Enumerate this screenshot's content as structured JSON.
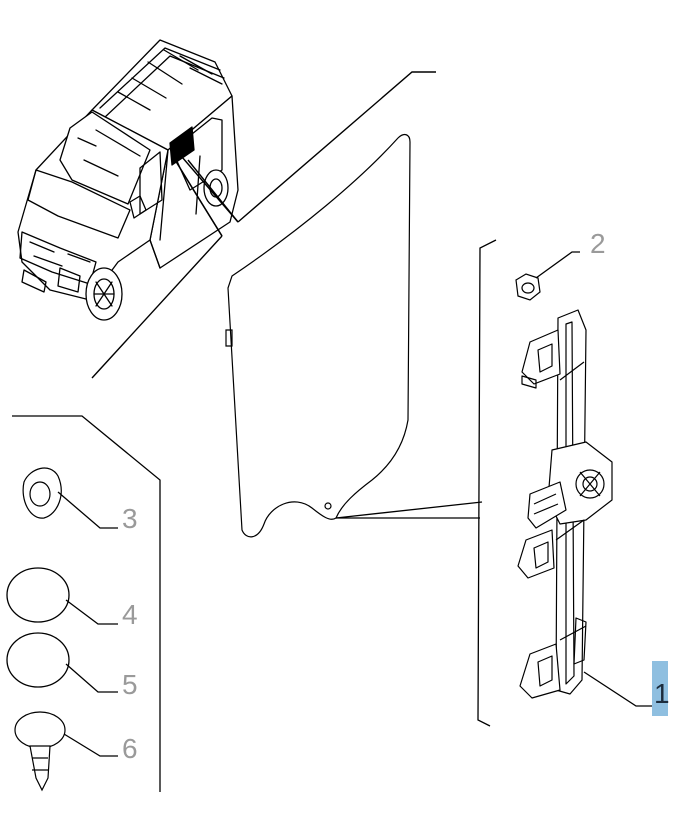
{
  "diagram": {
    "callouts": [
      {
        "id": "1",
        "label": "1",
        "highlighted": true
      },
      {
        "id": "2",
        "label": "2",
        "highlighted": false
      },
      {
        "id": "3",
        "label": "3",
        "highlighted": false
      },
      {
        "id": "4",
        "label": "4",
        "highlighted": false
      },
      {
        "id": "5",
        "label": "5",
        "highlighted": false
      },
      {
        "id": "6",
        "label": "6",
        "highlighted": false
      }
    ],
    "highlight_color": "#8fbfe0",
    "line_color": "#000000",
    "label_color": "#9a9a9a"
  }
}
